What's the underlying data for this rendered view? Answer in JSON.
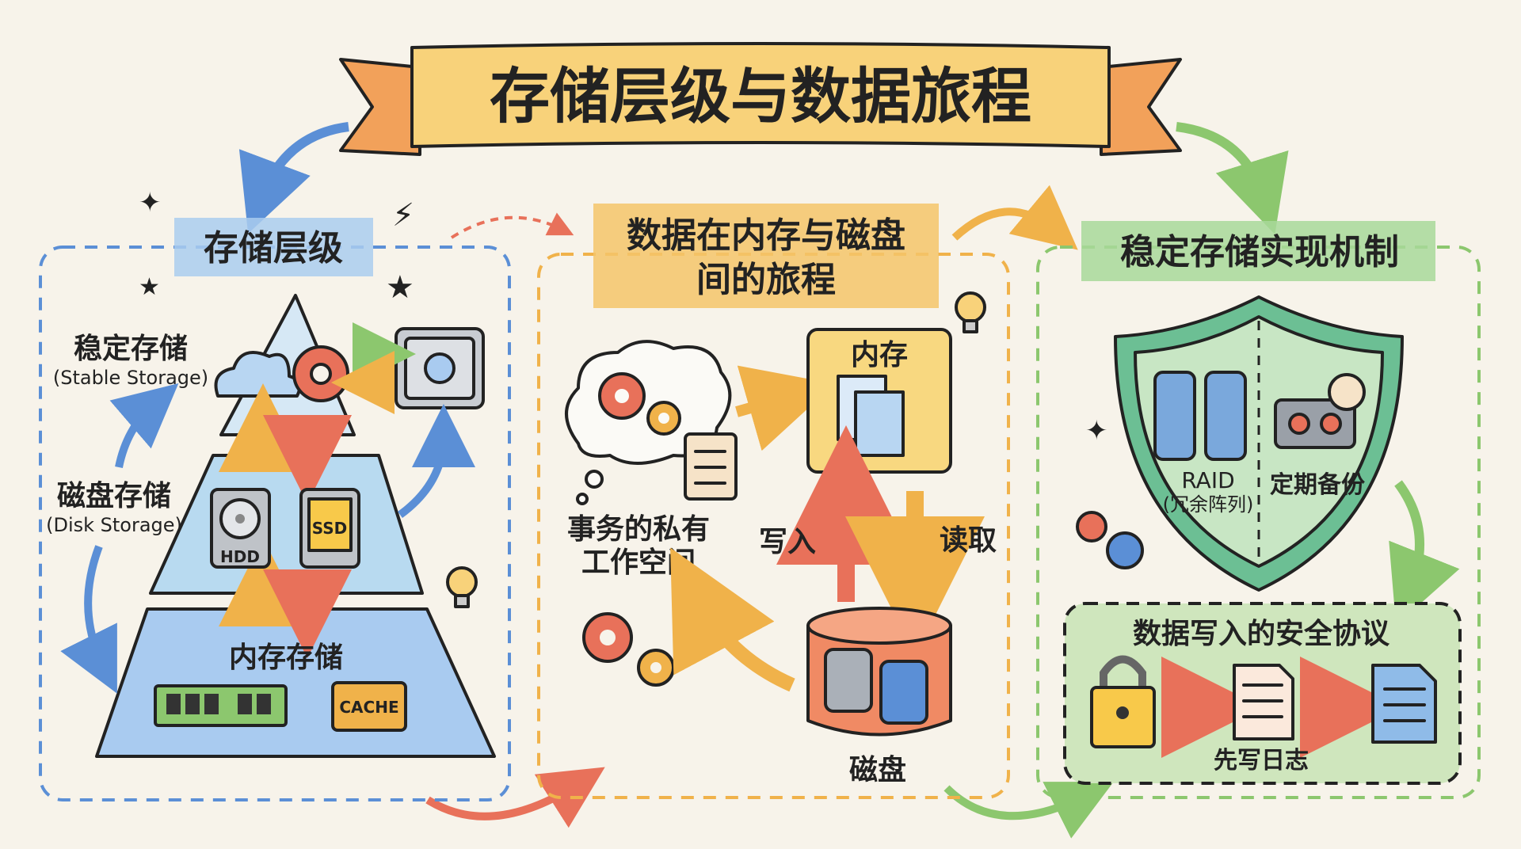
{
  "title": "存储层级与数据旅程",
  "colors": {
    "background": "#f7f3ea",
    "blue": "#5b8fd6",
    "orange": "#f0b24a",
    "green": "#7cc07a",
    "red": "#e8715a",
    "banner": "#f8d27a"
  },
  "left_panel": {
    "heading": "存储层级",
    "stable_label": "稳定存储",
    "stable_sub": "(Stable Storage)",
    "disk_label": "磁盘存储",
    "disk_sub": "(Disk Storage)",
    "memory_label": "内存存储",
    "hdd": "HDD",
    "ssd": "SSD",
    "cache": "CACHE"
  },
  "middle_panel": {
    "heading_line1": "数据在内存与磁盘",
    "heading_line2": "间的旅程",
    "memory": "内存",
    "disk": "磁盘",
    "write": "写入",
    "read": "读取",
    "workspace_line1": "事务的私有",
    "workspace_line2": "工作空间"
  },
  "right_panel": {
    "heading": "稳定存储实现机制",
    "raid": "RAID",
    "raid_sub": "(冗余阵列)",
    "backup": "定期备份",
    "protocol_title": "数据写入的安全协议",
    "wal": "先写日志"
  }
}
